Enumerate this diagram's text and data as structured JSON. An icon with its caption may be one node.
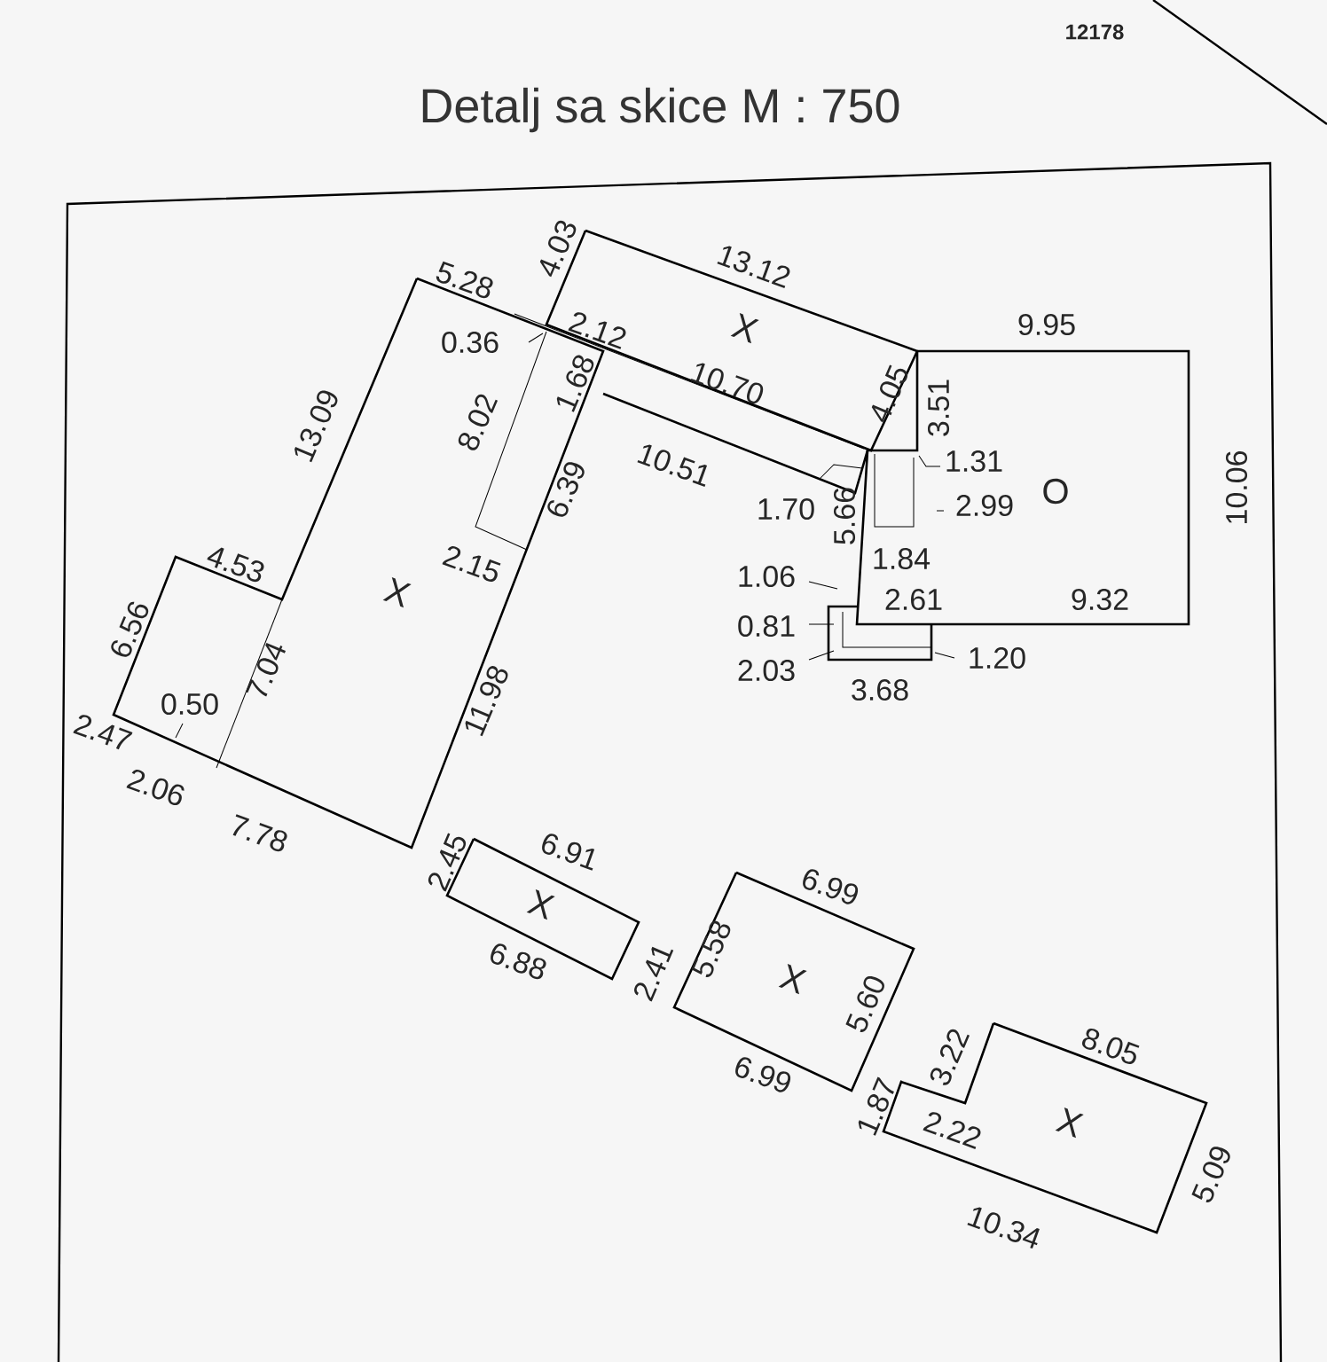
{
  "diagram": {
    "title": "Detalj sa skice M : 750",
    "labels": [
      "12178",
      "5.28",
      "4.03",
      "13.12",
      "0.36",
      "2.12",
      "X",
      "9.95",
      "10.70",
      "1.68",
      "13.09",
      "8.02",
      "4.05",
      "3.51",
      "10.06",
      "10.51",
      "1.31",
      "O",
      "6.39",
      "1.70",
      "5.66",
      "2.99",
      "6.56",
      "4.53",
      "1.84",
      "1.06",
      "X",
      "2.15",
      "2.61",
      "9.32",
      "0.81",
      "7.04",
      "1.20",
      "2.03",
      "3.68",
      "0.50",
      "11.98",
      "2.47",
      "2.06",
      "7.78",
      "2.45",
      "6.91",
      "X",
      "6.88",
      "2.41",
      "6.99",
      "5.58",
      "X",
      "5.60",
      "6.99",
      "1.87",
      "3.22",
      "8.05",
      "2.22",
      "X",
      "5.09",
      "10.34"
    ]
  }
}
